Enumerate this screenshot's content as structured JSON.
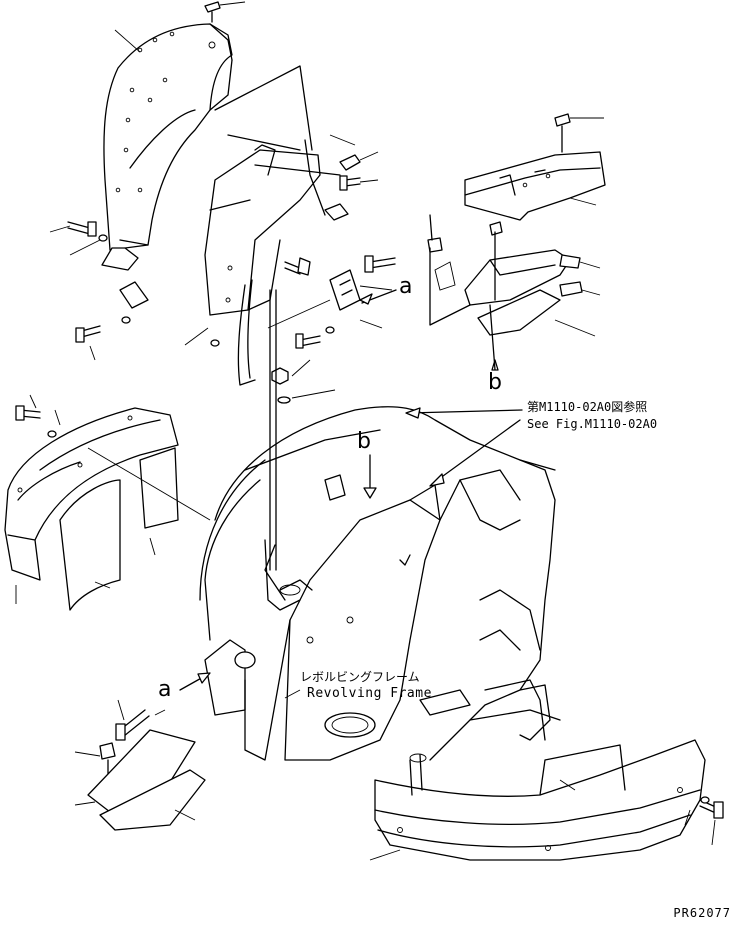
{
  "references": {
    "japanese": "第M1110-02A0図参照",
    "english": "See Fig.M1110-02A0"
  },
  "frame_label": {
    "japanese": "レボルビングフレーム",
    "english": "Revolving Frame"
  },
  "connection_marks": {
    "a_upper": "a",
    "b_upper": "b",
    "b_lower": "b",
    "a_lower": "a"
  },
  "drawing_code": "PR62077"
}
